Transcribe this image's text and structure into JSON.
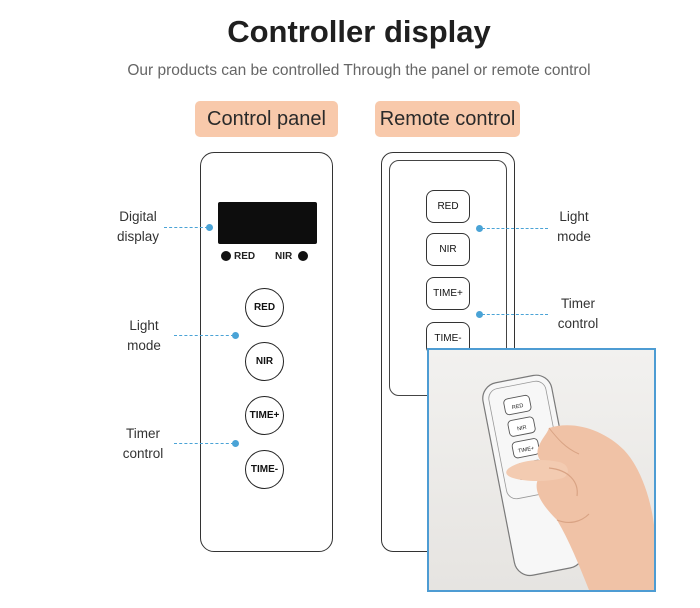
{
  "title": "Controller display",
  "subtitle": "Our products can be controlled Through the panel or remote control",
  "tabs": {
    "panel": "Control panel",
    "remote": "Remote control"
  },
  "panel": {
    "indicator_red": "RED",
    "indicator_nir": "NIR",
    "buttons": [
      "RED",
      "NIR",
      "TIME+",
      "TIME-"
    ]
  },
  "remote": {
    "buttons": [
      "RED",
      "NIR",
      "TIME+",
      "TIME-"
    ]
  },
  "callouts": {
    "digital_display": [
      "Digital",
      "display"
    ],
    "light_mode_left": [
      "Light",
      "mode"
    ],
    "timer_control_left": [
      "Timer",
      "control"
    ],
    "light_mode_right": [
      "Light",
      "mode"
    ],
    "timer_control_right": [
      "Timer",
      "control"
    ]
  },
  "colors": {
    "accent": "#4aa3d6",
    "pill": "#f8c9ab",
    "frame": "#4d9cd3"
  }
}
